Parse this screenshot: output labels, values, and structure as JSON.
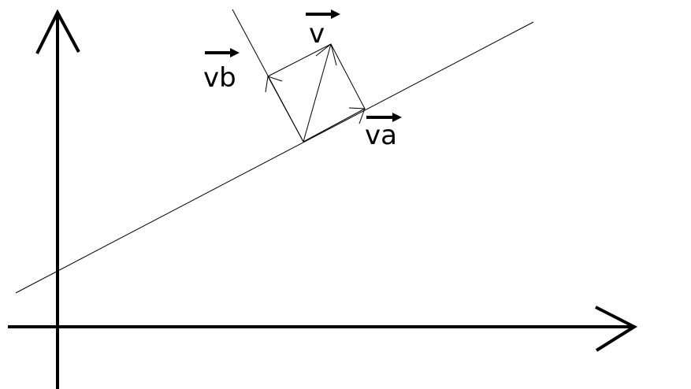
{
  "labels": {
    "v": "v",
    "va": "va",
    "vb": "vb"
  },
  "colors": {
    "stroke": "#000000",
    "background": "#ffffff"
  }
}
